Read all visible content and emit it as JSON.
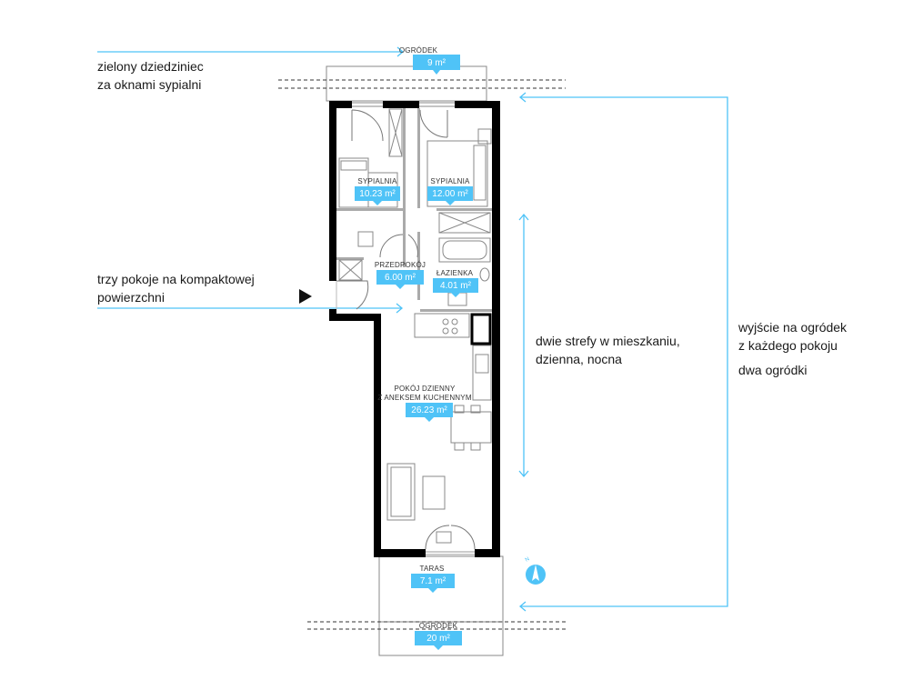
{
  "accent_color": "#4fc3f7",
  "wall_color": "#000000",
  "annotations": {
    "garden_view": [
      "zielony dziedziniec",
      "za oknami sypialni"
    ],
    "three_rooms": [
      "trzy pokoje na kompaktowej",
      "powierzchni"
    ],
    "two_zones": [
      "dwie strefy w mieszkaniu,",
      "dzienna, nocna"
    ],
    "garden_exit": [
      "wyjście na ogródek",
      "z każdego pokoju"
    ],
    "two_gardens": "dwa ogródki"
  },
  "rooms": {
    "garden_top": {
      "label": "OGRÓDEK",
      "area": "9 m²"
    },
    "bedroom_1": {
      "label": "SYPIALNIA",
      "area": "10.23 m²"
    },
    "bedroom_2": {
      "label": "SYPIALNIA",
      "area": "12.00 m²"
    },
    "hallway": {
      "label": "PRZEDPOKÓJ",
      "area": "6.00 m²"
    },
    "bathroom": {
      "label": "ŁAZIENKA",
      "area": "4.01 m²"
    },
    "living_room": {
      "label_line1": "POKÓJ DZIENNY",
      "label_line2": "Z ANEKSEM KUCHENNYM",
      "area": "26.23 m²"
    },
    "terrace": {
      "label": "TARAS",
      "area": "7.1 m²"
    },
    "garden_bottom": {
      "label": "OGRÓDEK",
      "area": "20 m²"
    }
  },
  "icons": {
    "entrance": "entrance-arrow-icon",
    "compass": "compass-icon"
  },
  "compass_label": "N"
}
